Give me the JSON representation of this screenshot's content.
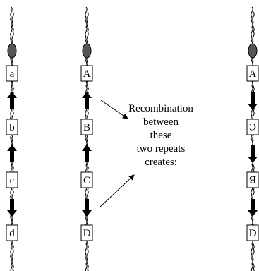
{
  "columns": [
    {
      "id": "left",
      "box_labels": [
        "a",
        "b",
        "c",
        "d"
      ],
      "arrow_dirs": [
        "up",
        "up",
        "down"
      ],
      "flipped": [
        false,
        false,
        false,
        false
      ]
    },
    {
      "id": "middle",
      "box_labels": [
        "A",
        "B",
        "C",
        "D"
      ],
      "arrow_dirs": [
        "up",
        "up",
        "down"
      ],
      "flipped": [
        false,
        false,
        false,
        false
      ]
    },
    {
      "id": "right",
      "box_labels": [
        "A",
        "C",
        "B",
        "D"
      ],
      "arrow_dirs": [
        "down",
        "down",
        "down"
      ],
      "flipped": [
        false,
        true,
        true,
        false
      ]
    }
  ],
  "caption_lines": [
    "Recombination",
    "between",
    "these",
    "two repeats",
    "creates:"
  ],
  "colors": {
    "line": "#000000",
    "centromere": "#555555",
    "arrow": "#000000",
    "box_fill": "#ffffff"
  }
}
